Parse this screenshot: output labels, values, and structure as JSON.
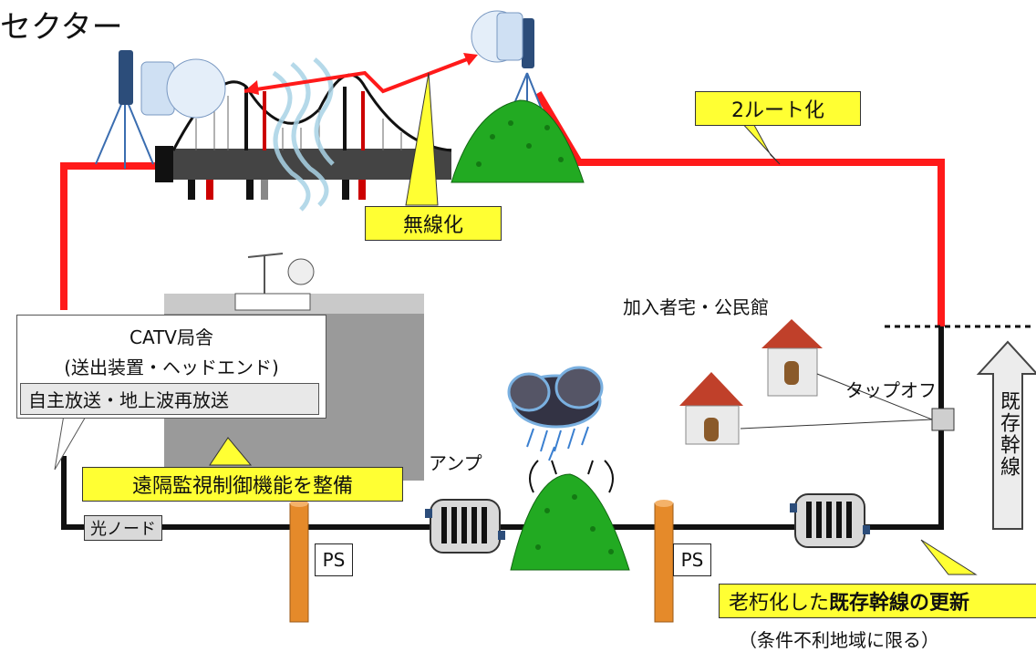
{
  "title_fragment": "セクター",
  "labels": {
    "route2": "2ルート化",
    "wireless": "無線化",
    "subscriber": "加入者宅・公民館",
    "station_title": "CATV局舎",
    "station_sub": "(送出装置・ヘッドエンド)",
    "station_broadcast": "自主放送・地上波再放送",
    "remote": "遠隔監視制御機能を整備",
    "tapoff": "タップオフ",
    "amp": "アンプ",
    "optical_node": "光ノード",
    "ps1": "PS",
    "ps2": "PS",
    "existing_trunk": "既存幹線",
    "renewal_prefix": "老朽化した",
    "renewal_bold": "既存幹線の更新",
    "condition": "（条件不利地域に限る）"
  },
  "colors": {
    "new_route": "#ff1a1a",
    "existing_line": "#111111",
    "callout_yellow": "#ffff33",
    "mountain_green": "#22aa22",
    "pole_orange": "#e58a2a"
  }
}
